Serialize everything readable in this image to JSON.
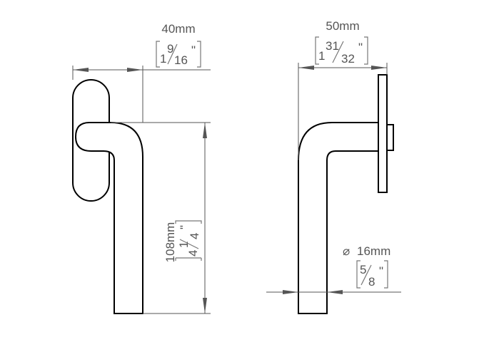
{
  "drawing": {
    "side_view": {
      "width_metric": "40mm",
      "width_imperial": {
        "whole": "1",
        "num": "9",
        "den": "16",
        "unit": "\""
      },
      "height_metric": "108mm",
      "height_imperial": {
        "whole": "4",
        "num": "1",
        "den": "4",
        "unit": "\""
      }
    },
    "front_view": {
      "depth_metric": "50mm",
      "depth_imperial": {
        "whole": "1",
        "num": "31",
        "den": "32",
        "unit": "\""
      },
      "diameter_symbol": "⌀",
      "diameter_metric": "16mm",
      "diameter_imperial": {
        "num": "5",
        "den": "8",
        "unit": "\""
      }
    }
  }
}
